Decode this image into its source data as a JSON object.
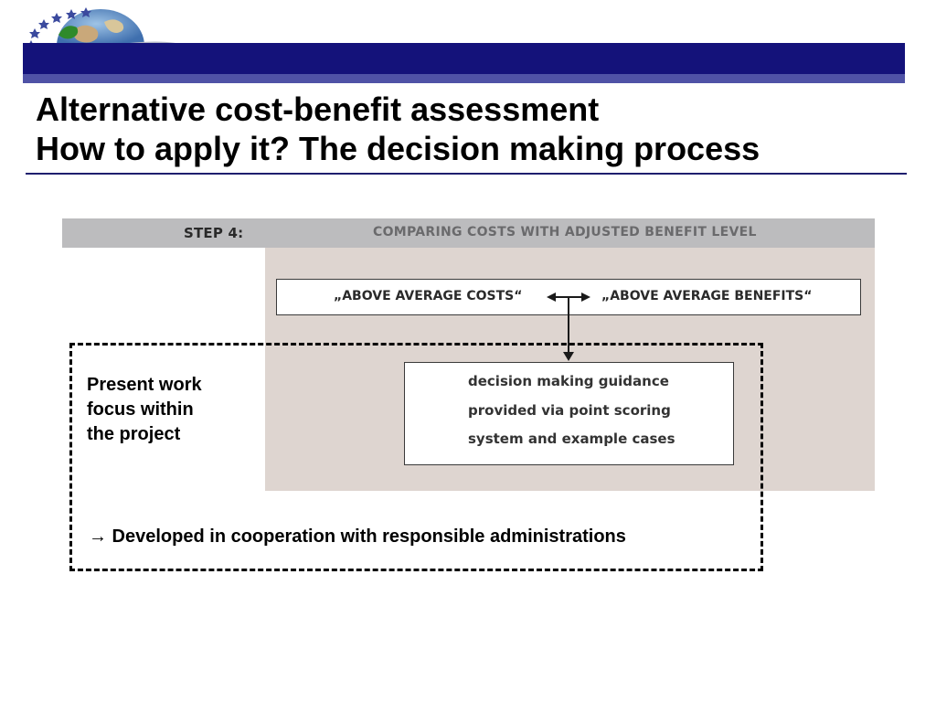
{
  "slide": {
    "title": "Alternative cost-benefit assessment",
    "subtitle": "How to apply it?  The decision making process"
  },
  "step": {
    "label": "STEP 4:",
    "title": "COMPARING COSTS WITH ADJUSTED BENEFIT LEVEL"
  },
  "comparison": {
    "costs": "„ABOVE AVERAGE COSTS“",
    "benefits": "„ABOVE AVERAGE BENEFITS“"
  },
  "guidance": {
    "lines": [
      "decision making guidance",
      "provided via point scoring",
      "system and example cases"
    ]
  },
  "focus": {
    "lines": [
      "Present work",
      "focus within",
      "the project"
    ]
  },
  "developed": {
    "arrow": "→",
    "text": " Developed in cooperation with responsible administrations"
  },
  "colors": {
    "header_band": "#14127a",
    "header_band_light": "#4f52a6",
    "step_bar": "#bcbcbe",
    "beige_area": "#ded5d0"
  },
  "icons": {
    "logo": "globe-with-eu-stars-logo"
  }
}
